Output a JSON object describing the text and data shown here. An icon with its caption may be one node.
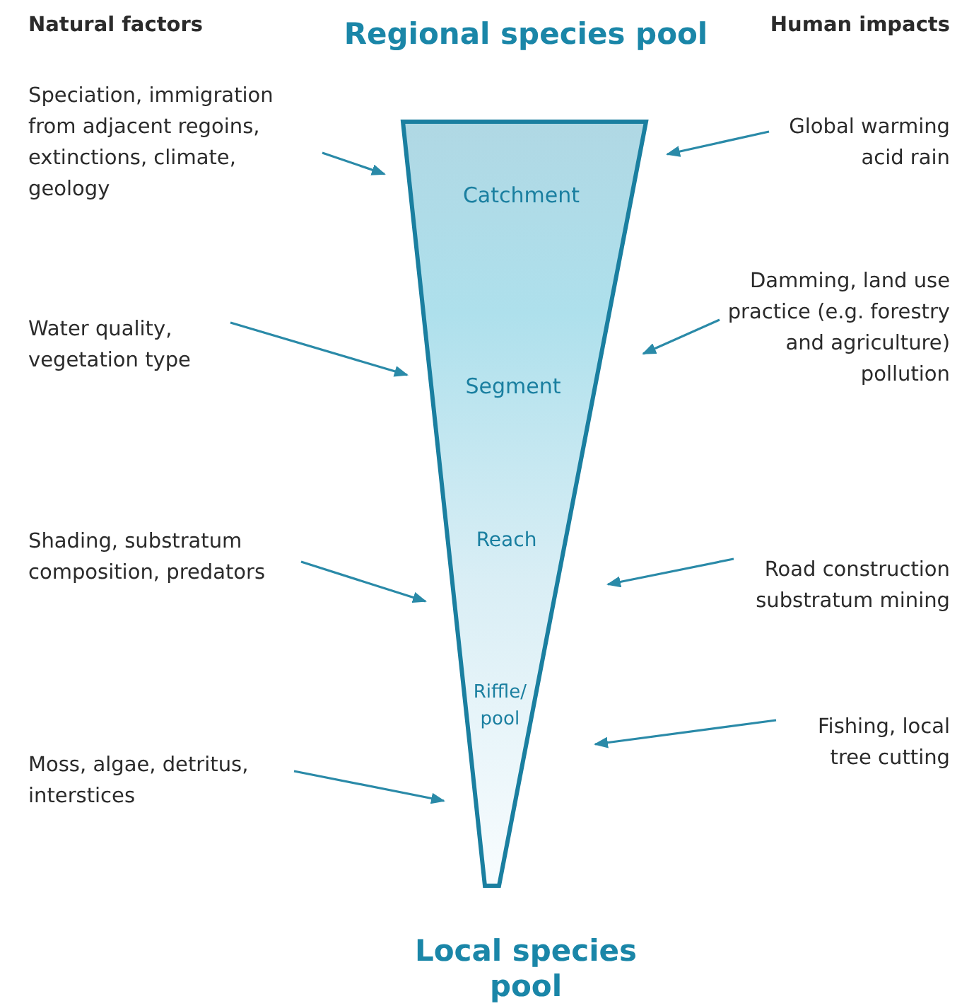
{
  "diagram": {
    "nodes": [
      {
        "text": [
          "Catchment",
          "Segment",
          "Reach",
          "Riffle/ pool"
        ]
      },
      {
        "text": [
          "Speciation, immigration from adjacent regoins, extinctions, climate, geology"
        ]
      },
      {
        "text": [
          "Global warming acid rain"
        ]
      },
      {
        "text": [
          "Water quality, vegetation type"
        ]
      },
      {
        "text": [
          "Damming, land use practice (e.g. forestry and agriculture) pollution"
        ]
      },
      {
        "text": [
          "Shading, substratum composition, predators"
        ]
      },
      {
        "text": [
          "Road construction substratum mining"
        ]
      },
      {
        "text": [
          "Moss, algae, detritus, interstices"
        ]
      },
      {
        "text": [
          "Fishing, local tree cutting"
        ]
      }
    ],
    "edges": [
      {
        "from": 1,
        "to": 0,
        "arrow": "to"
      },
      {
        "from": 2,
        "to": 0,
        "arrow": "to"
      },
      {
        "from": 3,
        "to": 0,
        "arrow": "to"
      },
      {
        "from": 4,
        "to": 0,
        "arrow": "to"
      },
      {
        "from": 5,
        "to": 0,
        "arrow": "to"
      },
      {
        "from": 6,
        "to": 0,
        "arrow": "to"
      },
      {
        "from": 7,
        "to": 0,
        "arrow": "to"
      },
      {
        "from": 8,
        "to": 0,
        "arrow": "to"
      }
    ],
    "labels": [
      "Natural factors",
      "Regional species pool",
      "Human impacts",
      "Local species pool"
    ]
  }
}
